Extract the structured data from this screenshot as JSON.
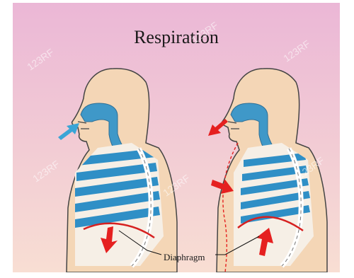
{
  "title": "Respiration",
  "callout_label": "Diaphragm",
  "watermark": "123RF",
  "colors": {
    "background_top": "#ecb8d6",
    "background_bottom": "#f8ddd3",
    "skin": "#f4d6b6",
    "airway": "#3f98c8",
    "arrow_inhale": "#3aa5d6",
    "arrow_exhale": "#e52020",
    "outline": "#444444"
  },
  "figures": [
    {
      "state": "inhalation",
      "arrow_color": "arrow_inhale"
    },
    {
      "state": "exhalation",
      "arrow_color": "arrow_exhale"
    }
  ]
}
